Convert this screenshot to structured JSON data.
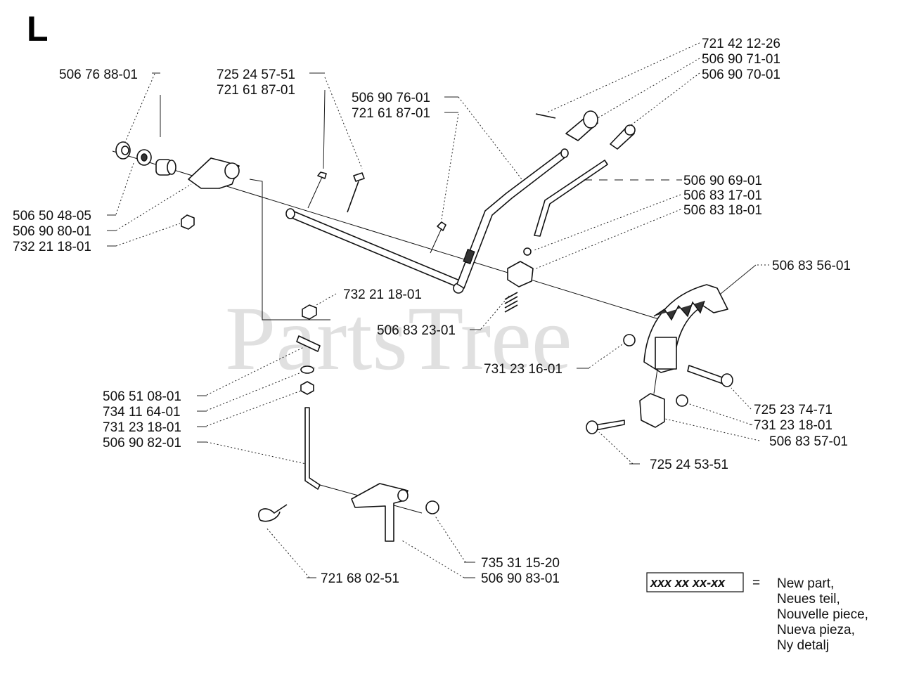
{
  "section_letter": "L",
  "watermark": "PartsTree",
  "labels": [
    {
      "id": "p-5067688",
      "text": "506 76 88-01"
    },
    {
      "id": "p-7252457",
      "text": "725 24 57-51"
    },
    {
      "id": "p-7216187a",
      "text": "721 61 87-01"
    },
    {
      "id": "p-5069076",
      "text": "506 90 76-01"
    },
    {
      "id": "p-7216187b",
      "text": "721 61 87-01"
    },
    {
      "id": "p-7214212",
      "text": "721 42 12-26"
    },
    {
      "id": "p-5069071",
      "text": "506 90 71-01"
    },
    {
      "id": "p-5069070",
      "text": "506 90 70-01"
    },
    {
      "id": "p-5069069",
      "text": "506 90 69-01"
    },
    {
      "id": "p-5068317",
      "text": "506 83 17-01"
    },
    {
      "id": "p-5068318",
      "text": "506 83 18-01"
    },
    {
      "id": "p-5065048",
      "text": "506 50 48-05"
    },
    {
      "id": "p-5069080",
      "text": "506 90 80-01"
    },
    {
      "id": "p-7322118a",
      "text": "732 21 18-01"
    },
    {
      "id": "p-5068356",
      "text": "506 83 56-01"
    },
    {
      "id": "p-7322118b",
      "text": "732 21 18-01"
    },
    {
      "id": "p-5068323",
      "text": "506 83 23-01"
    },
    {
      "id": "p-7312316",
      "text": "731 23 16-01"
    },
    {
      "id": "p-5065108",
      "text": "506 51 08-01"
    },
    {
      "id": "p-7341164",
      "text": "734 11 64-01"
    },
    {
      "id": "p-7312318a",
      "text": "731 23 18-01"
    },
    {
      "id": "p-5069082",
      "text": "506 90 82-01"
    },
    {
      "id": "p-7252374",
      "text": "725 23 74-71"
    },
    {
      "id": "p-7312318b",
      "text": "731 23 18-01"
    },
    {
      "id": "p-5068357",
      "text": "506 83 57-01"
    },
    {
      "id": "p-7252453",
      "text": "725 24 53-51"
    },
    {
      "id": "p-7353115",
      "text": "735 31 15-20"
    },
    {
      "id": "p-7216802",
      "text": "721 68 02-51"
    },
    {
      "id": "p-5069083",
      "text": "506 90 83-01"
    }
  ],
  "legend": {
    "code": "xxx xx xx-xx",
    "equals": "=",
    "lines": [
      "New part,",
      "Neues teil,",
      "Nouvelle piece,",
      "Nueva pieza,",
      "Ny detalj"
    ]
  }
}
